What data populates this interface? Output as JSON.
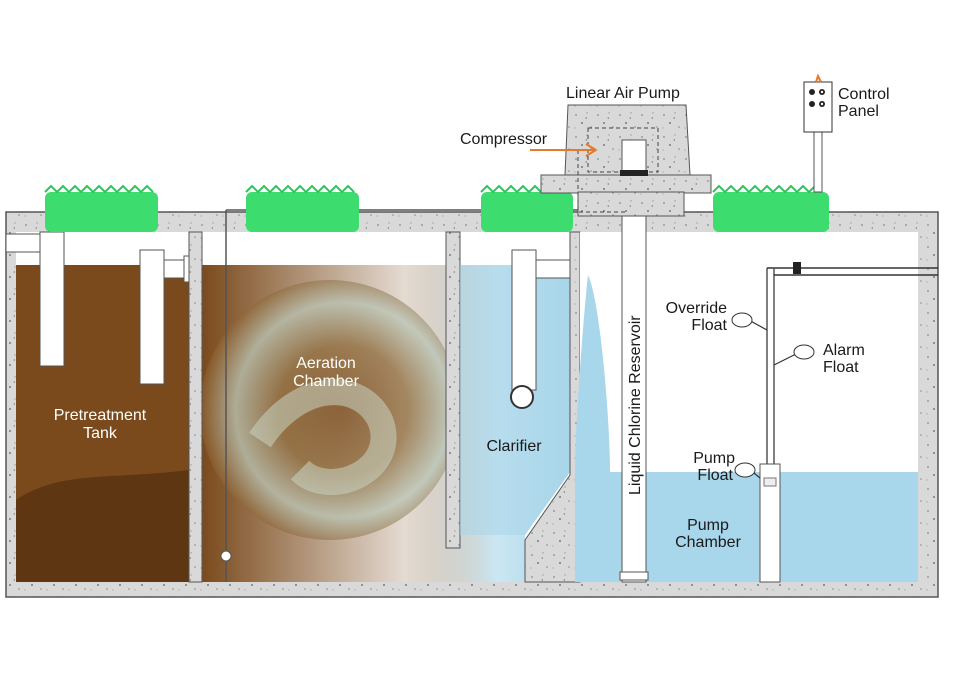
{
  "labels": {
    "linear_air_pump": "Linear Air Pump",
    "compressor": "Compressor",
    "control_panel_1": "Control",
    "control_panel_2": "Panel",
    "pretreatment_1": "Pretreatment",
    "pretreatment_2": "Tank",
    "aeration_1": "Aeration",
    "aeration_2": "Chamber",
    "clarifier": "Clarifier",
    "chlorine_reservoir": "Liquid Chlorine Reservoir",
    "override_1": "Override",
    "override_2": "Float",
    "alarm_1": "Alarm",
    "alarm_2": "Float",
    "pump_float_1": "Pump",
    "pump_float_2": "Float",
    "pump_chamber_1": "Pump",
    "pump_chamber_2": "Chamber"
  },
  "colors": {
    "concrete": "#d9d9d9",
    "sludge": "#7a4a1c",
    "sludge_dark": "#5e3612",
    "water": "#a8d6ea",
    "grass": "#3ddc6e",
    "arrow": "#e8782a"
  }
}
